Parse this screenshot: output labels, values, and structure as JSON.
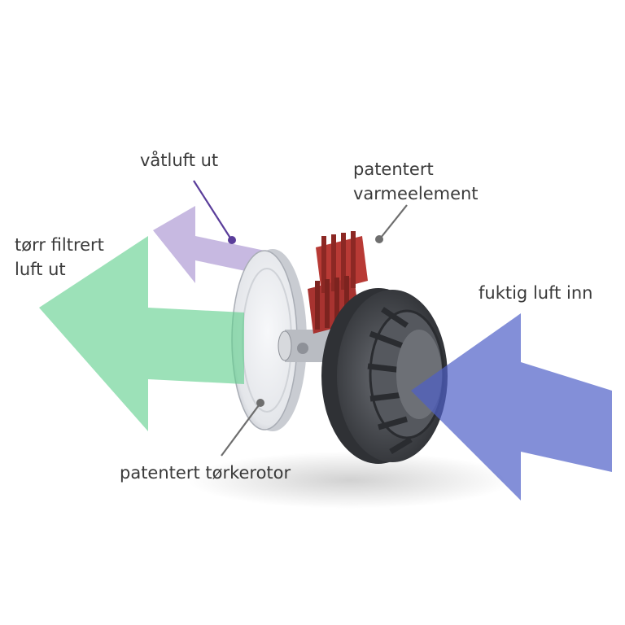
{
  "labels": {
    "wet_air_out": "våtluft ut",
    "heater_line1": "patentert",
    "heater_line2": "varmeelement",
    "dry_air_line1": "tørr filtrert",
    "dry_air_line2": "luft ut",
    "humid_air_in": "fuktig luft inn",
    "rotor": "patentert tørkerotor"
  },
  "colors": {
    "dry_air_arrow": "#5fcf8c",
    "wet_air_arrow": "#b29ed6",
    "humid_air_arrow": "#4f5fc8",
    "heater": "#b83a35",
    "rotor_disc": "#e6e8ec",
    "fan": "#3d3f44",
    "leader_wet": "#5a3d9a",
    "leader_grey": "#6e6e6e",
    "label_text": "#3a3a3a"
  }
}
